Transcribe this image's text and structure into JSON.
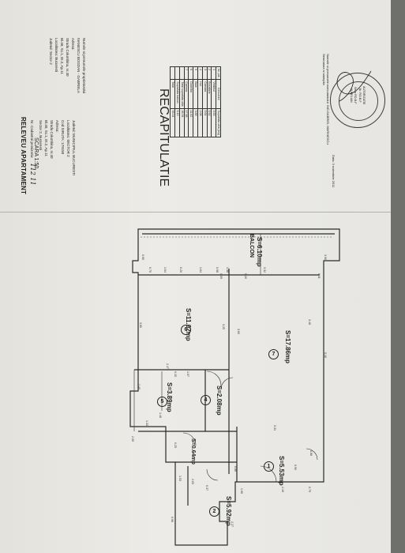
{
  "title": "RELEVEU APARTAMENT",
  "scale": "SCARA 1:50",
  "info_left": [
    "Judetul: MUNICIPIUL BUCURESTI",
    "Localitatea: SECTOR 2",
    "Cod SIRUTA: 179150",
    "Adresa:",
    "Strada Columbina, nr.40",
    "Bl.40, Sc.1, Et.2, Ap.11",
    "Sector 2, Bucuresti"
  ],
  "cadastral_label": "Nr. Cadastral provizoriu:",
  "cadastral_value": "112 11",
  "info_right": [
    "Numele si prenumele proprietarului",
    "IVANESCU BOGDAN - GABRIELA",
    "Adresa:",
    "Strada Columbina, nr.40",
    "Bl.40, Sc.1, Et.2, Ap.11",
    "Localitatea: Bucuresti",
    "Judetul: Sector 2"
  ],
  "recap": {
    "title": "RECAPITULATIE",
    "headers": [
      "Nr. pct.",
      "Denumire",
      "Suprafata utila (mp)"
    ],
    "rows": [
      [
        "1",
        "Vestibul",
        "5.53"
      ],
      [
        "2",
        "Bucatarie",
        "5.92"
      ],
      [
        "3",
        "Camara",
        "0.64"
      ],
      [
        "4",
        "Hol",
        "2.08"
      ],
      [
        "5",
        "Baie",
        "3.89"
      ],
      [
        "6",
        "Dormitor",
        "11.02"
      ],
      [
        "7",
        "Camera",
        "17.86"
      ],
      [
        "",
        "Total suprafata utila",
        "46.94"
      ],
      [
        "",
        "Suprafata balcon",
        "6.10"
      ],
      [
        "",
        "Total",
        "53.04"
      ]
    ]
  },
  "signature_block": [
    "Numele si prenumele executantului: ING.GABRIEL MARINESCU",
    "Semnatura si stampila"
  ],
  "date_text": "Data: 3 noiembrie 2011",
  "stamp_text": [
    "AUTORIZATIE",
    "Nr. RO-B-F",
    "Seria RO-B-F",
    "AURELIAN"
  ],
  "rooms": [
    {
      "num": "1",
      "label": "S=5.53mp"
    },
    {
      "num": "2",
      "label": "S=5.92mp"
    },
    {
      "num": "",
      "label": "S=0.64mp"
    },
    {
      "num": "4",
      "label": "S=2.08mp"
    },
    {
      "num": "5",
      "label": "S=3.89mp"
    },
    {
      "num": "6",
      "label": "S=11.02mp"
    },
    {
      "num": "7",
      "label": "S=17.86mp"
    }
  ],
  "balcon_label": "BALCON",
  "balcon_area": "S=6.10mp",
  "dims": {
    "top": [
      "0.90",
      "0.70",
      "1.64",
      "0.20",
      "1.64",
      "0.98",
      "0.09",
      "1.38",
      "0.20",
      "3.32",
      "0.11",
      "3.90"
    ],
    "room6": [
      "3.80",
      "3.25",
      "3.60",
      "2.47",
      "0.15",
      "1.67"
    ],
    "room7": [
      "3.48",
      "5.16",
      "3.31",
      "0.88",
      "0.90"
    ],
    "bottom": [
      "1.53",
      "2.63",
      "0.25",
      "0.37",
      "0.86",
      "1.66",
      "2.16",
      "0.79",
      "2.27",
      "0.96",
      "1.48",
      "2.05",
      "1.45",
      "1.33"
    ]
  }
}
